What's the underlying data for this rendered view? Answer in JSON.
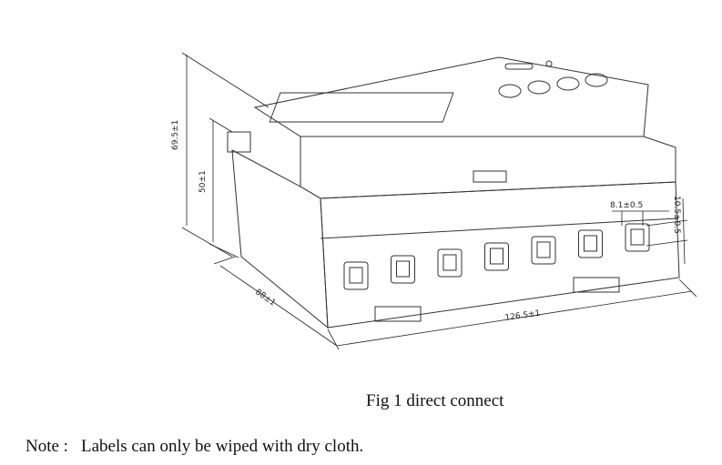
{
  "figure": {
    "dimensions": {
      "height_total": "69.5±1",
      "height_body": "50±1",
      "depth": "88±1",
      "width": "126.5±1",
      "terminal_width": "8.1±0.5",
      "terminal_height": "10.5±0.5"
    },
    "terminal_count": 7,
    "caption": "Fig 1 direct connect"
  },
  "note": {
    "label": "Note :",
    "text": "Labels can only be wiped with dry cloth."
  }
}
